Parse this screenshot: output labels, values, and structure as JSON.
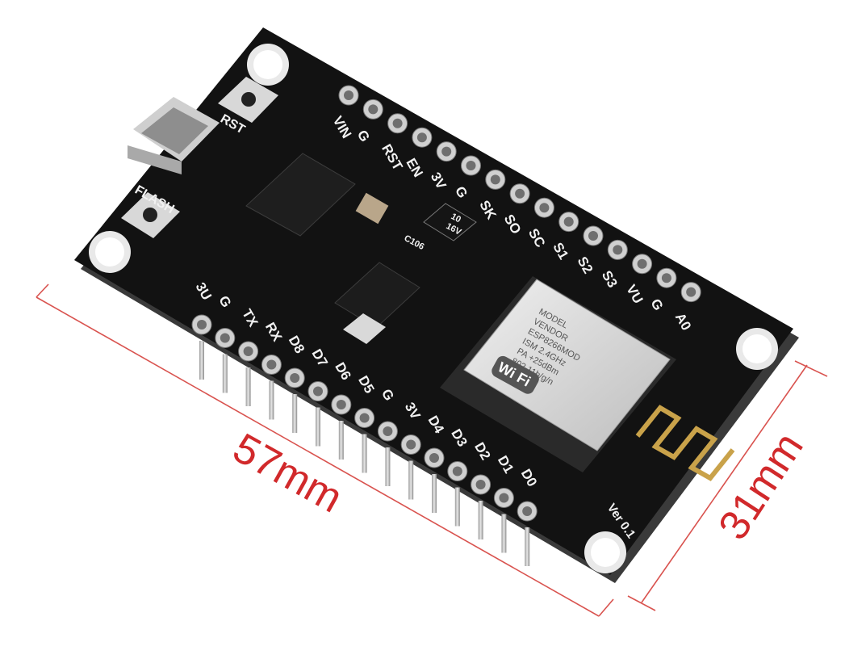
{
  "dimensions": {
    "length_label": "57mm",
    "width_label": "31mm"
  },
  "board": {
    "top_pins": [
      "VIN",
      "G",
      "RST",
      "EN",
      "3V",
      "G",
      "SK",
      "SO",
      "SC",
      "S1",
      "S2",
      "S3",
      "VU",
      "G",
      "A0"
    ],
    "bottom_pins": [
      "3U",
      "G",
      "TX",
      "RX",
      "D8",
      "D7",
      "D6",
      "D5",
      "G",
      "3V",
      "D4",
      "D3",
      "D2",
      "D1",
      "D0"
    ],
    "buttons": [
      "RST",
      "FLASH"
    ],
    "version": "Ver 0.1",
    "capacitor": [
      "10",
      "16V"
    ],
    "cap_label": "C106"
  },
  "module": {
    "lines": [
      "MODEL",
      "VENDOR",
      "ESP8266MOD",
      "ISM 2.4GHz",
      "PA +25dBm",
      "802.11b/g/n"
    ],
    "wifi_logo": "Wi Fi",
    "colors": {
      "board": "#111111",
      "shield": "#d6d6d6",
      "gold": "#c9a24a",
      "dimension": "#d1292b"
    }
  }
}
